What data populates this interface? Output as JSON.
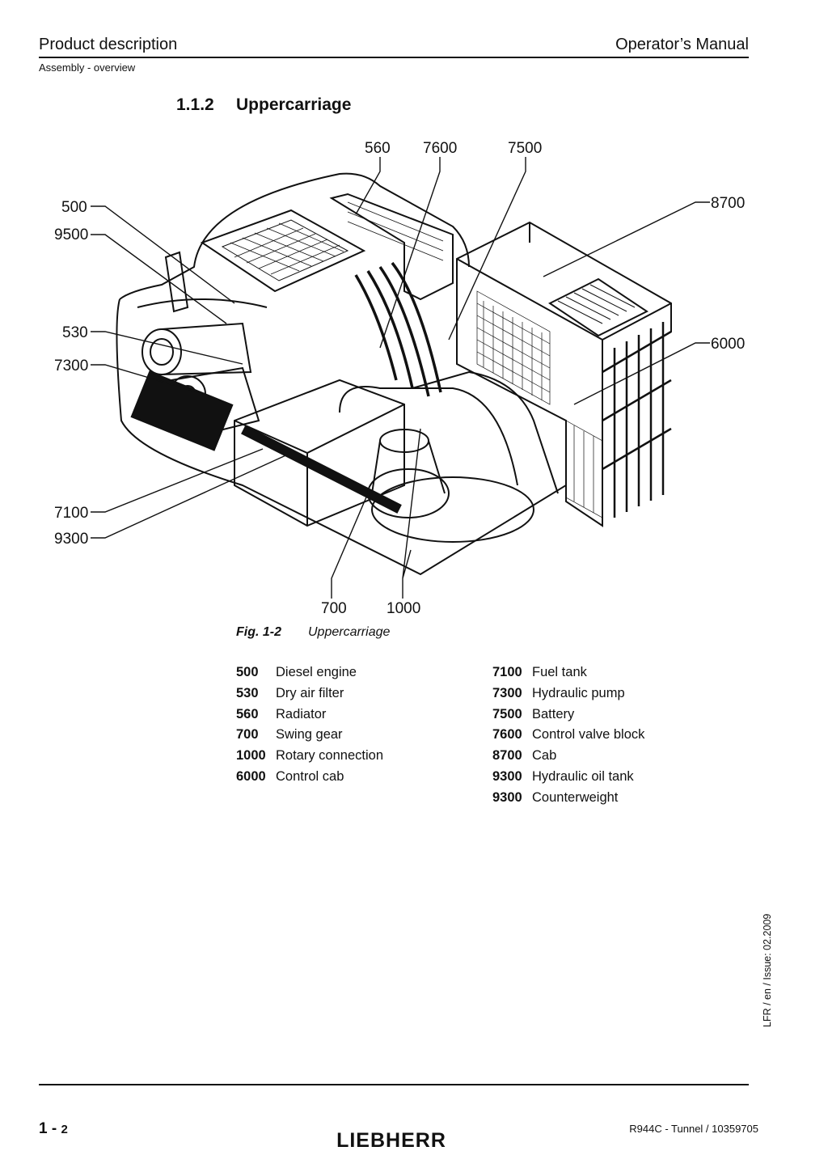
{
  "header": {
    "left": "Product description",
    "right": "Operator’s Manual",
    "subtitle": "Assembly - overview"
  },
  "section": {
    "number": "1.1.2",
    "title": "Uppercarriage"
  },
  "figure": {
    "callouts": {
      "c560": "560",
      "c7600": "7600",
      "c7500": "7500",
      "c500": "500",
      "c9500": "9500",
      "c8700": "8700",
      "c530": "530",
      "c7300": "7300",
      "c6000": "6000",
      "c7100": "7100",
      "c9300": "9300",
      "c700": "700",
      "c1000": "1000"
    },
    "caption_label": "Fig. 1-2",
    "caption_text": "Uppercarriage"
  },
  "legend": {
    "left": [
      {
        "num": "500",
        "label": "Diesel engine"
      },
      {
        "num": "530",
        "label": "Dry air filter"
      },
      {
        "num": "560",
        "label": "Radiator"
      },
      {
        "num": "700",
        "label": "Swing gear"
      },
      {
        "num": "1000",
        "label": "Rotary connection"
      },
      {
        "num": "6000",
        "label": "Control cab"
      }
    ],
    "right": [
      {
        "num": "7100",
        "label": "Fuel tank"
      },
      {
        "num": "7300",
        "label": "Hydraulic pump"
      },
      {
        "num": "7500",
        "label": "Battery"
      },
      {
        "num": "7600",
        "label": "Control valve block"
      },
      {
        "num": "8700",
        "label": "Cab"
      },
      {
        "num": "9300",
        "label": "Hydraulic oil tank"
      },
      {
        "num": "9300",
        "label": "Counterweight"
      }
    ]
  },
  "side_note": "LFR / en / Issue: 02.2009",
  "footer": {
    "page_prefix": "1 -",
    "page_number": "2",
    "logo_text": "LIEBHERR",
    "doc_ref": "R944C - Tunnel / 10359705"
  }
}
